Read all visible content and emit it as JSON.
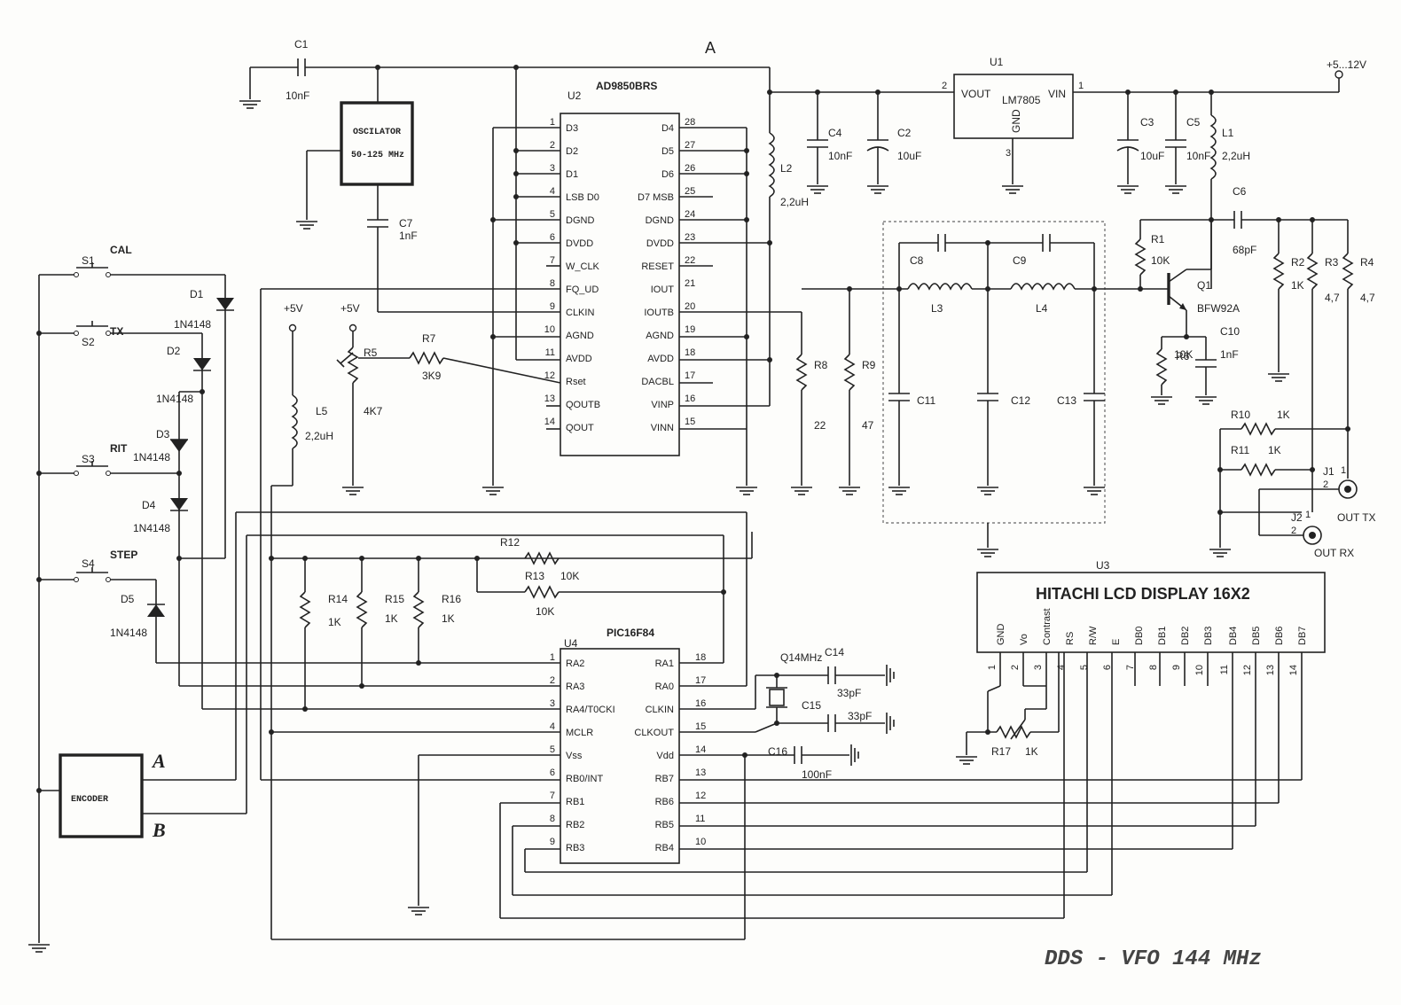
{
  "title": "DDS - VFO 144 MHz",
  "net_a": "A",
  "supply": "+5...12V",
  "oscillator": {
    "name": "OSCILATOR",
    "freq": "50-125 MHz"
  },
  "encoder": {
    "name": "ENCODER",
    "out_a": "A",
    "out_b": "B"
  },
  "u1": {
    "ref": "U1",
    "part": "LM7805",
    "vout": "VOUT",
    "vin": "VIN",
    "gnd": "GND",
    "pin_vout": "2",
    "pin_vin": "1",
    "pin_gnd": "3"
  },
  "u2": {
    "ref": "U2",
    "part": "AD9850BRS",
    "left_pins": [
      {
        "num": "1",
        "name": "D3"
      },
      {
        "num": "2",
        "name": "D2"
      },
      {
        "num": "3",
        "name": "D1"
      },
      {
        "num": "4",
        "name": "LSB D0"
      },
      {
        "num": "5",
        "name": "DGND"
      },
      {
        "num": "6",
        "name": "DVDD"
      },
      {
        "num": "7",
        "name": "W_CLK"
      },
      {
        "num": "8",
        "name": "FQ_UD"
      },
      {
        "num": "9",
        "name": "CLKIN"
      },
      {
        "num": "10",
        "name": "AGND"
      },
      {
        "num": "11",
        "name": "AVDD"
      },
      {
        "num": "12",
        "name": "Rset"
      },
      {
        "num": "13",
        "name": "QOUTB"
      },
      {
        "num": "14",
        "name": "QOUT"
      }
    ],
    "right_pins": [
      {
        "num": "28",
        "name": "D4"
      },
      {
        "num": "27",
        "name": "D5"
      },
      {
        "num": "26",
        "name": "D6"
      },
      {
        "num": "25",
        "name": "D7 MSB"
      },
      {
        "num": "24",
        "name": "DGND"
      },
      {
        "num": "23",
        "name": "DVDD"
      },
      {
        "num": "22",
        "name": "RESET"
      },
      {
        "num": "21",
        "name": "IOUT"
      },
      {
        "num": "20",
        "name": "IOUTB"
      },
      {
        "num": "19",
        "name": "AGND"
      },
      {
        "num": "18",
        "name": "AVDD"
      },
      {
        "num": "17",
        "name": "DACBL"
      },
      {
        "num": "16",
        "name": "VINP"
      },
      {
        "num": "15",
        "name": "VINN"
      }
    ]
  },
  "u4": {
    "ref": "U4",
    "part": "PIC16F84",
    "left_pins": [
      {
        "num": "1",
        "name": "RA2"
      },
      {
        "num": "2",
        "name": "RA3"
      },
      {
        "num": "3",
        "name": "RA4/T0CKI"
      },
      {
        "num": "4",
        "name": "MCLR"
      },
      {
        "num": "5",
        "name": "Vss"
      },
      {
        "num": "6",
        "name": "RB0/INT"
      },
      {
        "num": "7",
        "name": "RB1"
      },
      {
        "num": "8",
        "name": "RB2"
      },
      {
        "num": "9",
        "name": "RB3"
      }
    ],
    "right_pins": [
      {
        "num": "18",
        "name": "RA1"
      },
      {
        "num": "17",
        "name": "RA0"
      },
      {
        "num": "16",
        "name": "CLKIN"
      },
      {
        "num": "15",
        "name": "CLKOUT"
      },
      {
        "num": "14",
        "name": "Vdd"
      },
      {
        "num": "13",
        "name": "RB7"
      },
      {
        "num": "12",
        "name": "RB6"
      },
      {
        "num": "11",
        "name": "RB5"
      },
      {
        "num": "10",
        "name": "RB4"
      }
    ]
  },
  "u3": {
    "ref": "U3",
    "name": "HITACHI  LCD DISPLAY 16X2",
    "pins": [
      {
        "num": "1",
        "name": "GND"
      },
      {
        "num": "2",
        "name": "Vo"
      },
      {
        "num": "3",
        "name": "Contrast"
      },
      {
        "num": "4",
        "name": "RS"
      },
      {
        "num": "5",
        "name": "R/W"
      },
      {
        "num": "6",
        "name": "E"
      },
      {
        "num": "7",
        "name": "DB0"
      },
      {
        "num": "8",
        "name": "DB1"
      },
      {
        "num": "9",
        "name": "DB2"
      },
      {
        "num": "10",
        "name": "DB3"
      },
      {
        "num": "11",
        "name": "DB4"
      },
      {
        "num": "12",
        "name": "DB5"
      },
      {
        "num": "13",
        "name": "DB6"
      },
      {
        "num": "14",
        "name": "DB7"
      }
    ]
  },
  "switches": [
    {
      "ref": "S1",
      "label": "CAL"
    },
    {
      "ref": "S2",
      "label": "TX"
    },
    {
      "ref": "S3",
      "label": "RIT"
    },
    {
      "ref": "S4",
      "label": "STEP"
    }
  ],
  "diodes": [
    {
      "ref": "D1",
      "value": "1N4148"
    },
    {
      "ref": "D2",
      "value": "1N4148"
    },
    {
      "ref": "D3",
      "value": "1N4148"
    },
    {
      "ref": "D4",
      "value": "1N4148"
    },
    {
      "ref": "D5",
      "value": "1N4148"
    }
  ],
  "capacitors": {
    "c1": {
      "ref": "C1",
      "value": "10nF"
    },
    "c2": {
      "ref": "C2",
      "value": "10uF"
    },
    "c3": {
      "ref": "C3",
      "value": "10uF"
    },
    "c4": {
      "ref": "C4",
      "value": "10nF"
    },
    "c5": {
      "ref": "C5",
      "value": "10nF"
    },
    "c6": {
      "ref": "C6",
      "value": "68pF"
    },
    "c7": {
      "ref": "C7",
      "value": "1nF"
    },
    "c8": {
      "ref": "C8"
    },
    "c9": {
      "ref": "C9"
    },
    "c10": {
      "ref": "C10",
      "value": "1nF"
    },
    "c11": {
      "ref": "C11"
    },
    "c12": {
      "ref": "C12"
    },
    "c13": {
      "ref": "C13"
    },
    "c14": {
      "ref": "C14",
      "value": "33pF"
    },
    "c15": {
      "ref": "C15",
      "value": "33pF"
    },
    "c16": {
      "ref": "C16",
      "value": "100nF"
    }
  },
  "inductors": {
    "l1": {
      "ref": "L1",
      "value": "2,2uH"
    },
    "l2": {
      "ref": "L2",
      "value": "2,2uH"
    },
    "l3": {
      "ref": "L3"
    },
    "l4": {
      "ref": "L4"
    },
    "l5": {
      "ref": "L5",
      "value": "2,2uH"
    }
  },
  "resistors": {
    "r1": {
      "ref": "R1",
      "value": "10K"
    },
    "r2": {
      "ref": "R2",
      "value": "1K"
    },
    "r3": {
      "ref": "R3",
      "value": "4,7"
    },
    "r4": {
      "ref": "R4",
      "value": "4,7"
    },
    "r5": {
      "ref": "R5",
      "value": "4K7"
    },
    "r6": {
      "ref": "R6",
      "value": "10K"
    },
    "r7": {
      "ref": "R7",
      "value": "3K9"
    },
    "r8": {
      "ref": "R8",
      "value": "22"
    },
    "r9": {
      "ref": "R9",
      "value": "47"
    },
    "r10": {
      "ref": "R10",
      "value": "1K"
    },
    "r11": {
      "ref": "R11",
      "value": "1K"
    },
    "r12": {
      "ref": "R12",
      "value": "10K"
    },
    "r13": {
      "ref": "R13",
      "value": "10K"
    },
    "r14": {
      "ref": "R14",
      "value": "1K"
    },
    "r15": {
      "ref": "R15",
      "value": "1K"
    },
    "r16": {
      "ref": "R16",
      "value": "1K"
    },
    "r17": {
      "ref": "R17",
      "value": "1K"
    }
  },
  "transistor": {
    "ref": "Q1",
    "part": "BFW92A"
  },
  "crystal": {
    "ref": "Q1",
    "value": "4MHz"
  },
  "supply_5v": "+5V",
  "connectors": {
    "j1": {
      "ref": "J1",
      "label": "OUT TX",
      "pin1": "1",
      "pin2": "2"
    },
    "j2": {
      "ref": "J2",
      "label": "OUT RX",
      "pin1": "1",
      "pin2": "2"
    }
  }
}
